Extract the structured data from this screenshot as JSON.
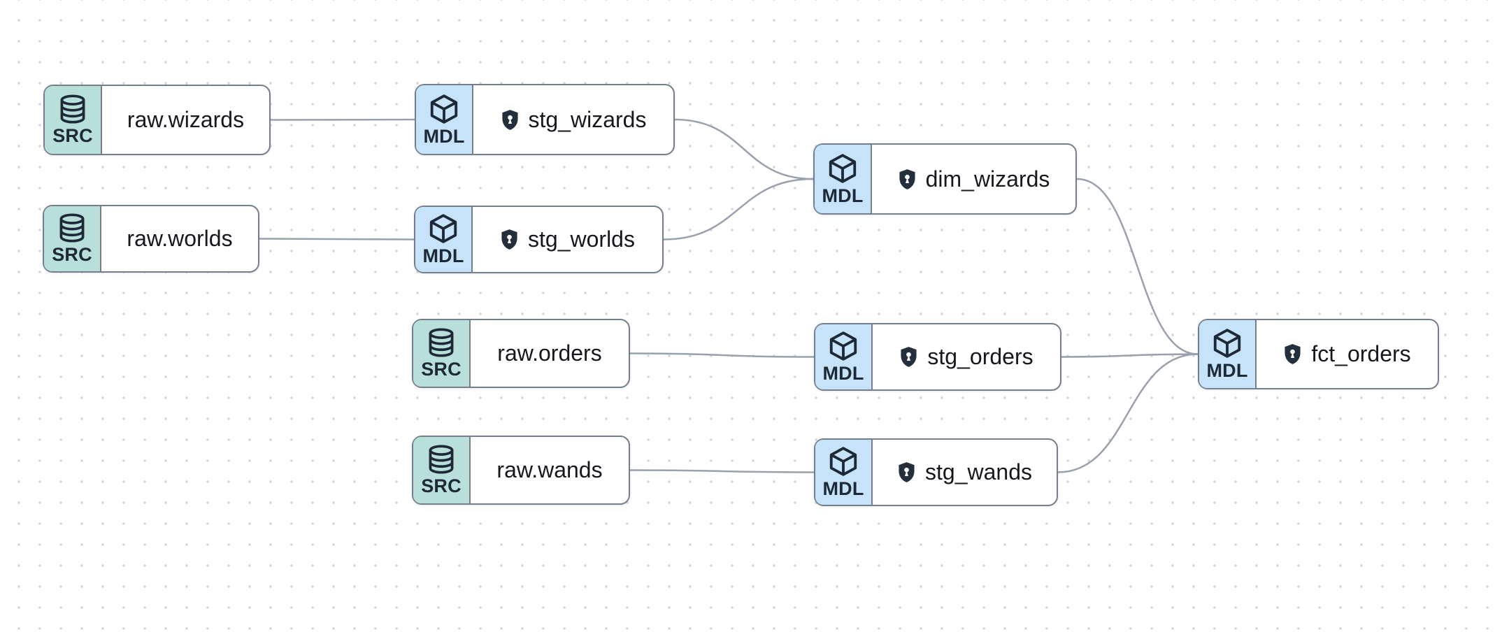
{
  "canvas": {
    "kind": "lineage-dag"
  },
  "colors": {
    "background": "#ffffff",
    "dot_grid": "#d7d9dc",
    "node_border": "#747e8d",
    "source_accent": "#b9dfdb",
    "model_accent": "#c7e3f9",
    "edge": "#9aa1ae",
    "icon_ink": "#1d2936",
    "shield_fill": "#232f3d",
    "label_ink": "#15181e"
  },
  "icons": {
    "source_badge": "database-icon",
    "model_badge": "cube-icon",
    "protected_badge": "shield-lock-icon"
  },
  "nodes": [
    {
      "id": "raw.wizards",
      "label": "raw.wizards",
      "kind": "source",
      "kind_label": "SRC",
      "protected": false
    },
    {
      "id": "stg_wizards",
      "label": "stg_wizards",
      "kind": "model",
      "kind_label": "MDL",
      "protected": true
    },
    {
      "id": "raw.worlds",
      "label": "raw.worlds",
      "kind": "source",
      "kind_label": "SRC",
      "protected": false
    },
    {
      "id": "stg_worlds",
      "label": "stg_worlds",
      "kind": "model",
      "kind_label": "MDL",
      "protected": true
    },
    {
      "id": "dim_wizards",
      "label": "dim_wizards",
      "kind": "model",
      "kind_label": "MDL",
      "protected": true
    },
    {
      "id": "raw.orders",
      "label": "raw.orders",
      "kind": "source",
      "kind_label": "SRC",
      "protected": false
    },
    {
      "id": "stg_orders",
      "label": "stg_orders",
      "kind": "model",
      "kind_label": "MDL",
      "protected": true
    },
    {
      "id": "fct_orders",
      "label": "fct_orders",
      "kind": "model",
      "kind_label": "MDL",
      "protected": true
    },
    {
      "id": "raw.wands",
      "label": "raw.wands",
      "kind": "source",
      "kind_label": "SRC",
      "protected": false
    },
    {
      "id": "stg_wands",
      "label": "stg_wands",
      "kind": "model",
      "kind_label": "MDL",
      "protected": true
    }
  ],
  "edges": [
    {
      "from": "raw.wizards",
      "to": "stg_wizards"
    },
    {
      "from": "raw.worlds",
      "to": "stg_worlds"
    },
    {
      "from": "stg_wizards",
      "to": "dim_wizards"
    },
    {
      "from": "stg_worlds",
      "to": "dim_wizards"
    },
    {
      "from": "raw.orders",
      "to": "stg_orders"
    },
    {
      "from": "raw.wands",
      "to": "stg_wands"
    },
    {
      "from": "dim_wizards",
      "to": "fct_orders"
    },
    {
      "from": "stg_orders",
      "to": "fct_orders"
    },
    {
      "from": "stg_wands",
      "to": "fct_orders"
    }
  ]
}
